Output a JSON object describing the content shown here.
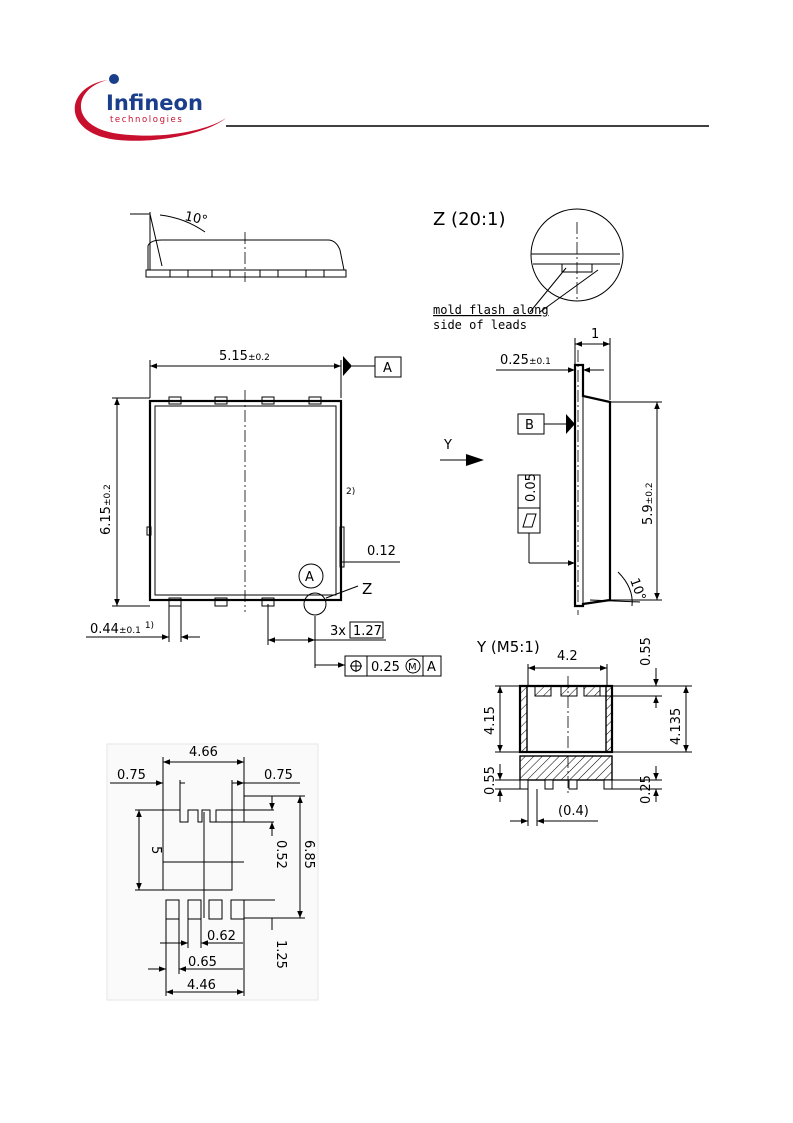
{
  "header": {
    "brand_name": "Infineon",
    "brand_tagline": "technologies",
    "brand_colors": {
      "primary": "#1a3e8c",
      "accent": "#c8102e"
    }
  },
  "side_view": {
    "angle_label": "10°"
  },
  "detail_z": {
    "title": "Z (20:1)",
    "note_line1": "mold flash along",
    "note_line2": "side of leads"
  },
  "top_view": {
    "width_label": "5.15",
    "width_tol": "±0.2",
    "height_label": "6.15",
    "height_tol": "±0.2",
    "datum_a": "A",
    "footnote_2": "2)",
    "lead_offset": "0.12",
    "datum_circle_a": "A",
    "detail_marker": "Z",
    "lead_width_label": "0.44",
    "lead_width_tol": "±0.1",
    "lead_width_footnote": "1)",
    "pitch_prefix": "3x",
    "pitch_value": "1.27",
    "tolerance_value": "0.25",
    "tolerance_modifier": "M",
    "tolerance_datum": "A"
  },
  "side_view_right": {
    "thickness_label": "1",
    "lead_thickness": "0.25",
    "lead_thickness_tol": "±0.1",
    "datum_b": "B",
    "view_arrow": "Y",
    "flatness_value": "0.05",
    "height_label": "5.9",
    "height_tol": "±0.2",
    "angle_label": "10°"
  },
  "view_y": {
    "title": "Y (M5:1)",
    "pad_width": "4.2",
    "top_gap": "0.55",
    "left_height": "4.15",
    "right_height": "4.135",
    "bottom_gap_left": "0.55",
    "bottom_gap_right": "0.25",
    "lead_pitch_note": "(0.4)"
  },
  "footprint": {
    "width_top": "4.66",
    "margin_left": "0.75",
    "margin_right": "0.75",
    "pad_height": "5",
    "inner_gap": "0.52",
    "total_height": "6.85",
    "pad_width": "0.62",
    "pad_pitch": "0.65",
    "width_bottom": "4.46",
    "pad_length": "1.25"
  }
}
